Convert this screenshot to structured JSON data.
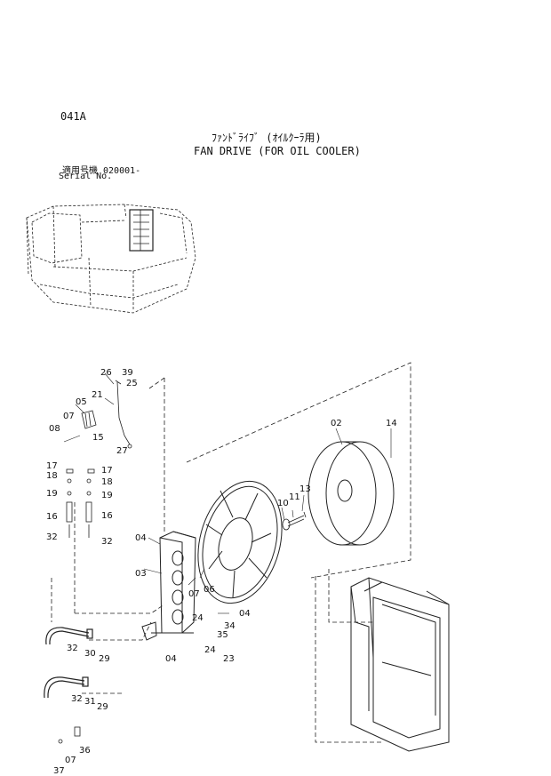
{
  "page_code": "041A",
  "title_jp": "ﾌｧﾝﾄﾞﾗｲﾌﾞ (ｵｲﾙｸｰﾗ用)",
  "title_en": "FAN DRIVE (FOR OIL COOLER)",
  "serial_label_jp": "適用号機  020001-",
  "serial_label_en": "Serial No.",
  "callouts": {
    "c26": "26",
    "c39": "39",
    "c25": "25",
    "c21": "21",
    "c05": "05",
    "c07a": "07",
    "c08": "08",
    "c15": "15",
    "c27": "27",
    "c17a": "17",
    "c17b": "17",
    "c18a": "18",
    "c18b": "18",
    "c19a": "19",
    "c19b": "19",
    "c16a": "16",
    "c16b": "16",
    "c32a": "32",
    "c32b": "32",
    "c04a": "04",
    "c03": "03",
    "c07b": "07",
    "c06": "06",
    "c04b": "04",
    "c24a": "24",
    "c34": "34",
    "c35": "35",
    "c24b": "24",
    "c23": "23",
    "c04c": "04",
    "c02": "02",
    "c14": "14",
    "c10": "10",
    "c11": "11",
    "c13": "13",
    "c32c": "32",
    "c30": "30",
    "c29a": "29",
    "c32d": "32",
    "c31": "31",
    "c29b": "29",
    "c07c": "07",
    "c36": "36",
    "c37": "37"
  }
}
